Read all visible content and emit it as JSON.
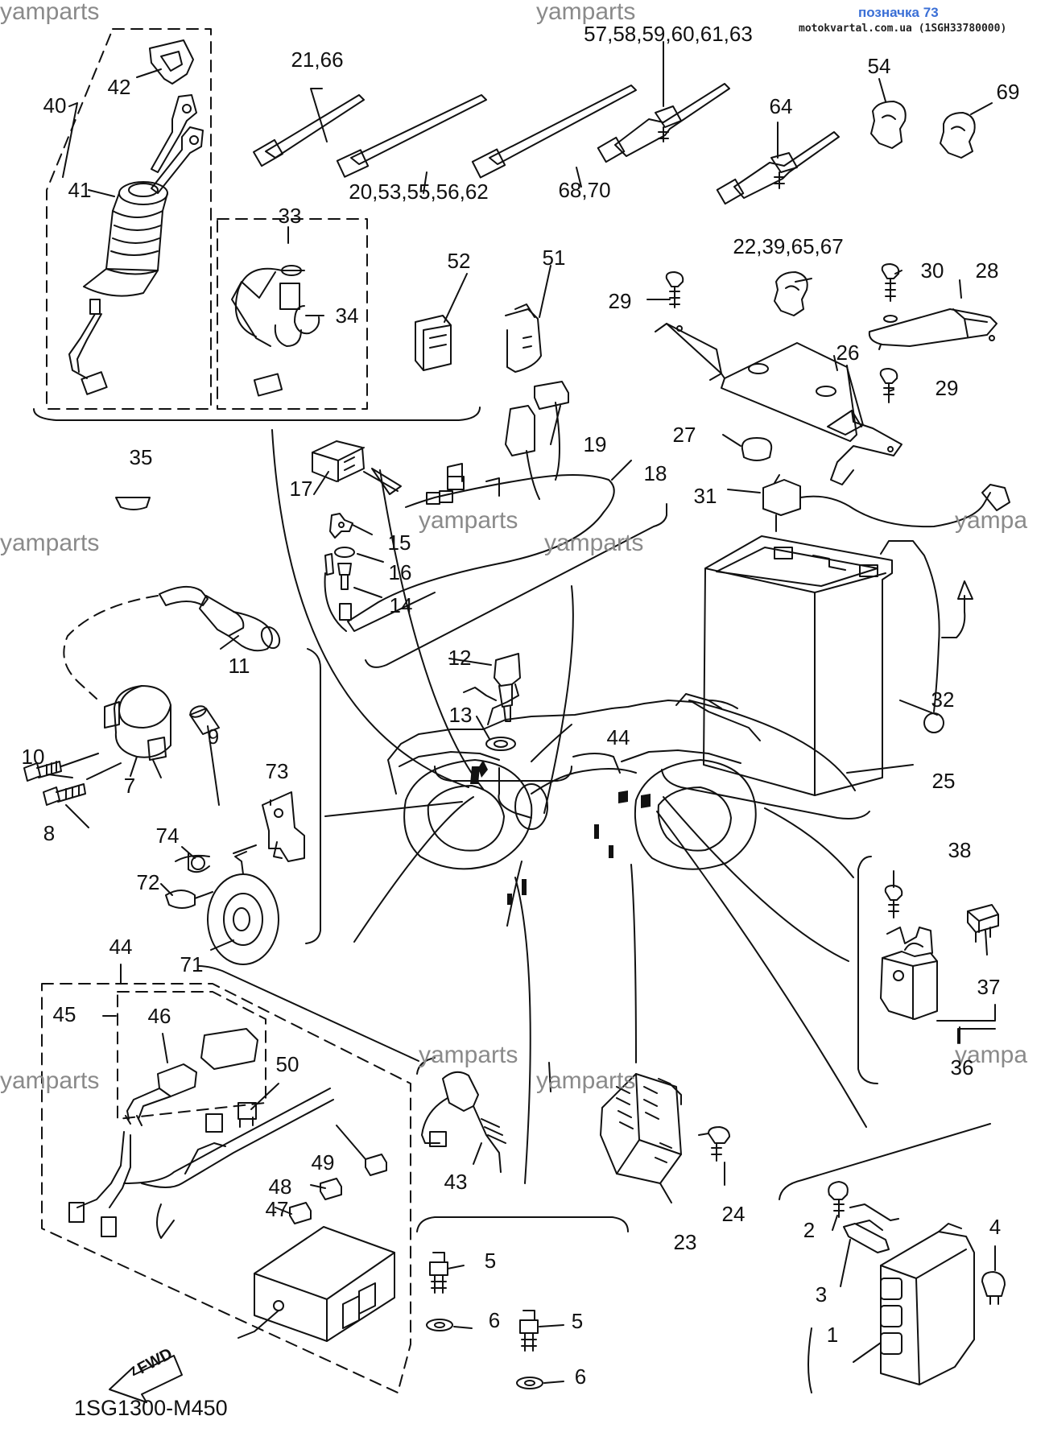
{
  "header": {
    "title": "позначка 73",
    "source": "motokvartal.com.ua (1SGH33780000)"
  },
  "diagram": {
    "code": "1SG1300-M450",
    "direction_arrow": "FWD"
  },
  "watermark": "yamparts",
  "watermark_truncated": "yampa",
  "callouts": [
    "1",
    "2",
    "3",
    "4",
    "5",
    "5",
    "6",
    "6",
    "7",
    "8",
    "9",
    "10",
    "11",
    "12",
    "13",
    "14",
    "15",
    "16",
    "17",
    "18",
    "19",
    "20,53,55,56,62",
    "21,66",
    "22,39,65,67",
    "23",
    "24",
    "25",
    "26",
    "27",
    "28",
    "29",
    "29",
    "30",
    "31",
    "32",
    "33",
    "34",
    "35",
    "36",
    "37",
    "38",
    "40",
    "41",
    "42",
    "43",
    "44",
    "44",
    "45",
    "46",
    "47",
    "48",
    "49",
    "50",
    "51",
    "52",
    "54",
    "57,58,59,60,61,63",
    "64",
    "68,70",
    "69",
    "71",
    "72",
    "73",
    "74"
  ]
}
